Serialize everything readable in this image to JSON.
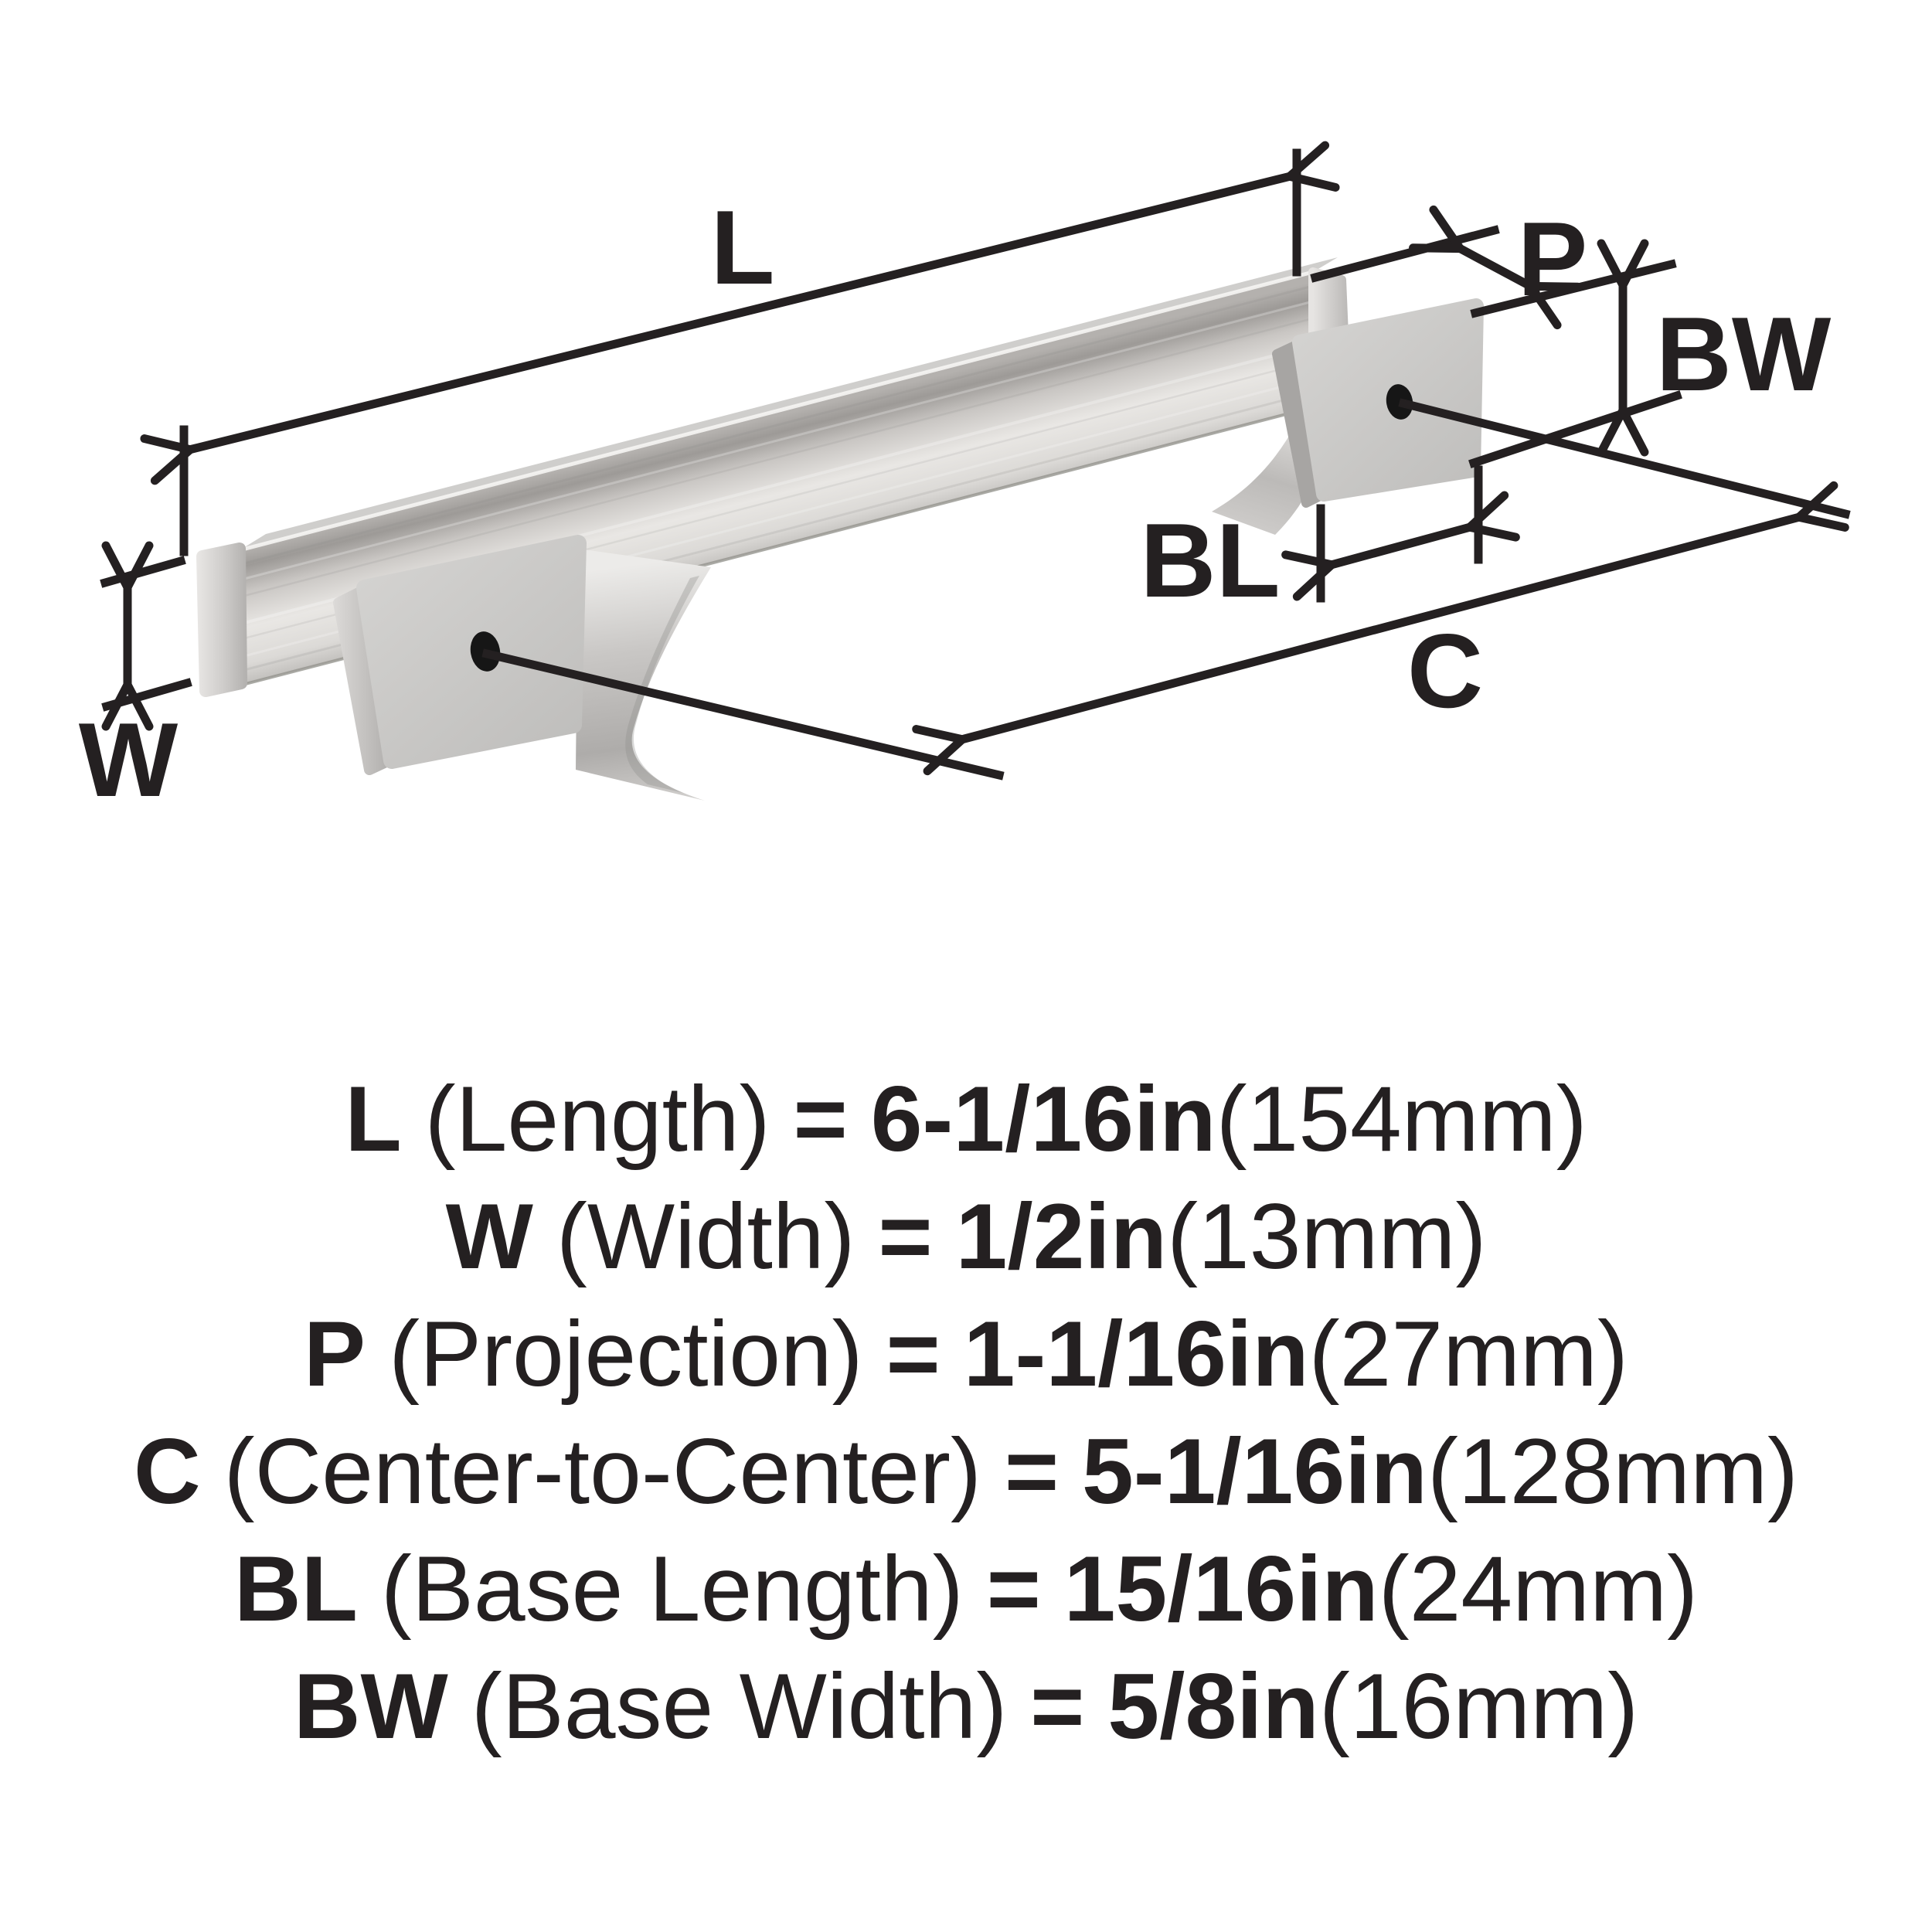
{
  "diagram": {
    "labels": {
      "length": "L",
      "width": "W",
      "projection": "P",
      "center_to_center": "C",
      "base_length": "BL",
      "base_width": "BW"
    },
    "colors": {
      "line": "#242021",
      "hole": "#161616",
      "metal_light": "#eeedeb",
      "metal_mid": "#c7c6c4",
      "metal_dark": "#9b9a97",
      "background": "#ffffff"
    }
  },
  "specs": [
    {
      "code": "L",
      "label": "(Length)",
      "equals": "=",
      "value": "6-1/16in",
      "metric": "(154mm)"
    },
    {
      "code": "W",
      "label": "(Width)",
      "equals": "=",
      "value": "1/2in",
      "metric": "(13mm)"
    },
    {
      "code": "P",
      "label": "(Projection)",
      "equals": "=",
      "value": "1-1/16in",
      "metric": "(27mm)"
    },
    {
      "code": "C",
      "label": "(Center-to-Center)",
      "equals": "=",
      "value": "5-1/16in",
      "metric": "(128mm)"
    },
    {
      "code": "BL",
      "label": "(Base Length)",
      "equals": "=",
      "value": "15/16in",
      "metric": "(24mm)"
    },
    {
      "code": "BW",
      "label": "(Base Width)",
      "equals": "=",
      "value": "5/8in",
      "metric": "(16mm)"
    }
  ]
}
